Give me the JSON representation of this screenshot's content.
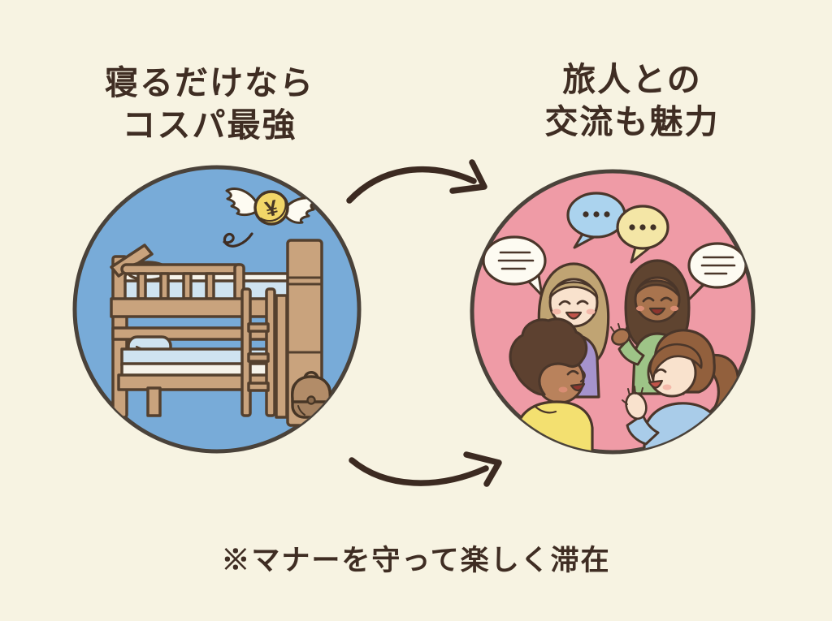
{
  "page": {
    "background_color": "#f7f3e2",
    "ink_color": "#3f2d23"
  },
  "left_section": {
    "heading_line1": "寝るだけなら",
    "heading_line2": "コスパ最強",
    "circle_color": "#78abd8",
    "illustration": "bunk-bed-with-winged-yen-coin-and-backpack",
    "coin_symbol": "¥"
  },
  "right_section": {
    "heading_line1": "旅人との",
    "heading_line2": "交流も魅力",
    "circle_color": "#ef9ba6",
    "illustration": "four-travelers-chatting-with-speech-bubbles"
  },
  "caption": "※マナーを守って楽しく滞在",
  "colors": {
    "circle_outline": "#4a423a",
    "wood": "#c9a37d",
    "mattress_blue": "#cfe3f0",
    "coin_yellow": "#f2d668",
    "bubble_blue": "#abd3ee",
    "bubble_yellow": "#f4e6a6",
    "shirt_purple": "#a593cc",
    "shirt_green": "#9ec487",
    "shirt_yellow": "#f3e070",
    "shirt_blue": "#a9cce9"
  }
}
